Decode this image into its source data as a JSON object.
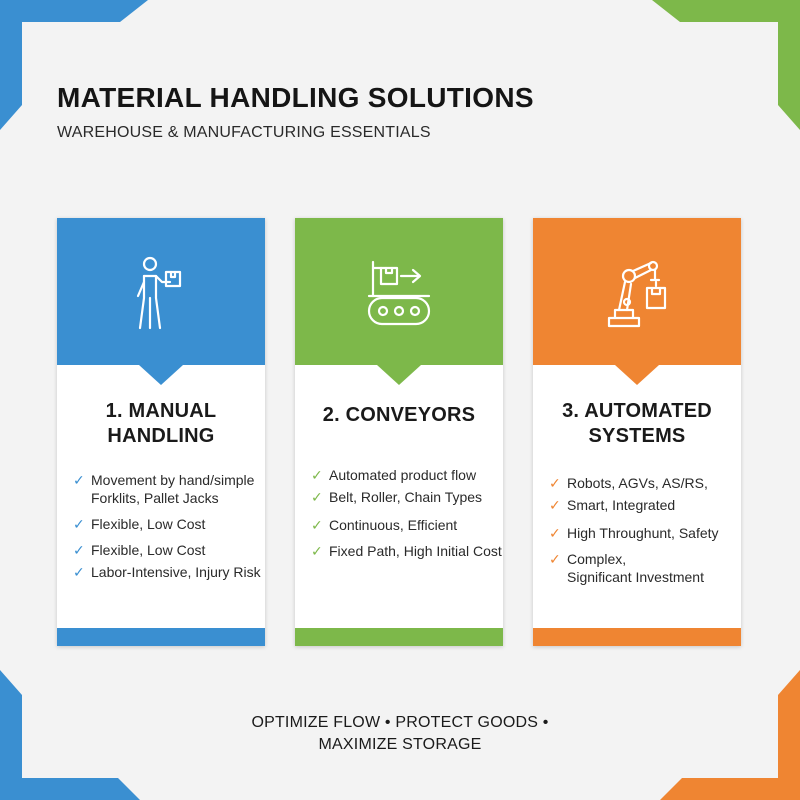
{
  "header": {
    "title": "MATERIAL HANDLING SOLUTIONS",
    "subtitle": "WAREHOUSE & MANUFACTURING ESSENTIALS"
  },
  "colors": {
    "blue": "#3a8fd1",
    "green": "#7db84a",
    "orange": "#ef8532",
    "background": "#f3f3f3"
  },
  "cards": [
    {
      "icon": "person-carrying-box-icon",
      "heading_line1": "1. MANUAL",
      "heading_line2": "HANDLING",
      "features": [
        {
          "line1": "Movement by hand/simple",
          "line2": "Forklits, Pallet Jacks"
        },
        {
          "line1": "Flexible, Low Cost",
          "line2": ""
        },
        {
          "line1": "Flexible, Low Cost",
          "line2": ""
        },
        {
          "line1": "Labor-Intensive, Injury Risk",
          "line2": ""
        }
      ]
    },
    {
      "icon": "conveyor-belt-icon",
      "heading_line1": "2. CONVEYORS",
      "heading_line2": "",
      "features": [
        {
          "line1": "Automated product flow",
          "line2": ""
        },
        {
          "line1": "Belt, Roller, Chain Types",
          "line2": ""
        },
        {
          "line1": "Continuous, Efficient",
          "line2": ""
        },
        {
          "line1": "Fixed Path, High Initial Cost",
          "line2": ""
        }
      ]
    },
    {
      "icon": "robotic-arm-icon",
      "heading_line1": "3. AUTOMATED",
      "heading_line2": "SYSTEMS",
      "features": [
        {
          "line1": "Robots, AGVs, AS/RS,",
          "line2": ""
        },
        {
          "line1": "Smart, Integrated",
          "line2": ""
        },
        {
          "line1": "High Throughunt, Safety",
          "line2": ""
        },
        {
          "line1": "Complex,",
          "line2": "Significant Investment"
        }
      ]
    }
  ],
  "footer": {
    "line1": "OPTIMIZE FLOW • PROTECT GOODS •",
    "line2": "MAXIMIZE STORAGE"
  }
}
